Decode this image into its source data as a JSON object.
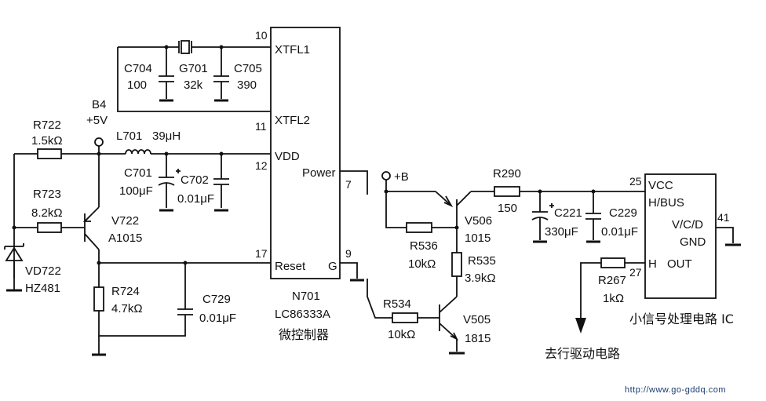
{
  "ic_n701": {
    "pins": {
      "xtfl1": "XTFL1",
      "xtfl2": "XTFL2",
      "vdd": "VDD",
      "power": "Power",
      "reset": "Reset",
      "g": "G",
      "n10": "10",
      "n11": "11",
      "n12": "12",
      "n7": "7",
      "n17": "17",
      "n9": "9"
    },
    "ref": "N701",
    "part": "LC86333A",
    "desc": "微控制器"
  },
  "ic_small": {
    "pins": {
      "vcc": "VCC",
      "hbus": "H/BUS",
      "vcd": "V/C/D",
      "gnd": "GND",
      "h": "H",
      "out": "OUT",
      "n25": "25",
      "n41": "41",
      "n27": "27"
    },
    "desc": "小信号处理电路 IC"
  },
  "components": {
    "c704": {
      "ref": "C704",
      "val": "100"
    },
    "g701": {
      "ref": "G701",
      "val": "32k"
    },
    "c705": {
      "ref": "C705",
      "val": "390"
    },
    "b4": {
      "ref": "B4",
      "val": "+5V"
    },
    "r722": {
      "ref": "R722",
      "val": "1.5kΩ"
    },
    "l701": {
      "ref": "L701",
      "val": "39μH"
    },
    "c701": {
      "ref": "C701",
      "val": "100μF"
    },
    "c702": {
      "ref": "C702",
      "val": "0.01μF"
    },
    "r723": {
      "ref": "R723",
      "val": "8.2kΩ"
    },
    "v722": {
      "ref": "V722",
      "val": "A1015"
    },
    "vd722": {
      "ref": "VD722",
      "val": "HZ481"
    },
    "r724": {
      "ref": "R724",
      "val": "4.7kΩ"
    },
    "c729": {
      "ref": "C729",
      "val": "0.01μF"
    },
    "plusb": {
      "ref": "+B"
    },
    "v506": {
      "ref": "V506",
      "val": "1015"
    },
    "r536": {
      "ref": "R536",
      "val": "10kΩ"
    },
    "r535": {
      "ref": "R535",
      "val": "3.9kΩ"
    },
    "r534": {
      "ref": "R534",
      "val": "10kΩ"
    },
    "v505": {
      "ref": "V505",
      "val": "1815"
    },
    "r290": {
      "ref": "R290",
      "val": "150"
    },
    "c221": {
      "ref": "C221",
      "val": "330μF"
    },
    "c229": {
      "ref": "C229",
      "val": "0.01μF"
    },
    "r267": {
      "ref": "R267",
      "val": "1kΩ"
    }
  },
  "notes": {
    "drive": "去行驱动电路",
    "url": "http://www.go-gddq.com"
  },
  "colors": {
    "ink": "#111111",
    "paper": "#ffffff",
    "url": "#1a3a6e"
  }
}
